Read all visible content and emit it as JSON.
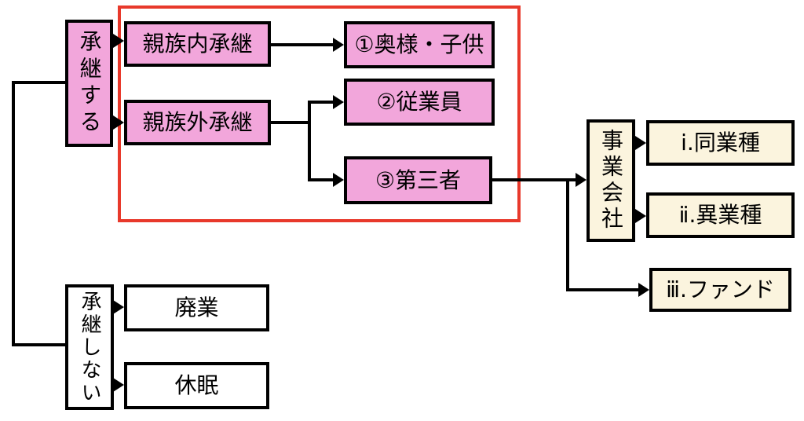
{
  "diagram": {
    "description": "Business succession options flowchart",
    "boxes": {
      "succeed": {
        "label": "承継する",
        "fill": "pink",
        "orientation": "vertical"
      },
      "family_internal": {
        "label": "親族内承継",
        "fill": "pink",
        "orientation": "horizontal"
      },
      "family_external": {
        "label": "親族外承継",
        "fill": "pink",
        "orientation": "horizontal"
      },
      "wife_children": {
        "label": "①奥様・子供",
        "fill": "pink",
        "orientation": "horizontal"
      },
      "employees": {
        "label": "②従業員",
        "fill": "pink",
        "orientation": "horizontal"
      },
      "third_party": {
        "label": "③第三者",
        "fill": "pink",
        "orientation": "horizontal"
      },
      "business_company": {
        "label": "事業会社",
        "fill": "cream",
        "orientation": "vertical"
      },
      "same_industry": {
        "label": "ⅰ.同業種",
        "fill": "cream",
        "orientation": "horizontal"
      },
      "different_industry": {
        "label": "ⅱ.異業種",
        "fill": "cream",
        "orientation": "horizontal"
      },
      "fund": {
        "label": "ⅲ.ファンド",
        "fill": "cream",
        "orientation": "horizontal"
      },
      "not_succeed": {
        "label": "承継しない",
        "fill": "white",
        "orientation": "vertical"
      },
      "close_business": {
        "label": "廃業",
        "fill": "white",
        "orientation": "horizontal"
      },
      "dormant": {
        "label": "休眠",
        "fill": "white",
        "orientation": "horizontal"
      }
    },
    "connections": [
      {
        "from": "succeed",
        "to": "family_internal",
        "arrow": true
      },
      {
        "from": "succeed",
        "to": "family_external",
        "arrow": true
      },
      {
        "from": "family_internal",
        "to": "wife_children",
        "arrow": true
      },
      {
        "from": "family_external",
        "to": "employees",
        "arrow": true
      },
      {
        "from": "family_external",
        "to": "third_party",
        "arrow": true
      },
      {
        "from": "third_party",
        "to": "business_company",
        "arrow": true
      },
      {
        "from": "third_party",
        "to": "fund",
        "arrow": true
      },
      {
        "from": "business_company",
        "to": "same_industry",
        "arrow": true
      },
      {
        "from": "business_company",
        "to": "different_industry",
        "arrow": true
      },
      {
        "from": "succeed",
        "to": "not_succeed",
        "arrow": false
      },
      {
        "from": "not_succeed",
        "to": "close_business",
        "arrow": true
      },
      {
        "from": "not_succeed",
        "to": "dormant",
        "arrow": true
      }
    ],
    "highlight_frame": {
      "color": "#E8392B",
      "encloses": [
        "family_internal",
        "family_external",
        "wife_children",
        "employees",
        "third_party"
      ]
    },
    "colors": {
      "pink_fill": "#F2A6DB",
      "cream_fill": "#FBF4DE",
      "white_fill": "#FFFFFF",
      "border": "#000000",
      "line": "#000000",
      "highlight_frame": "#E8392B",
      "background": "#FFFFFF"
    }
  }
}
